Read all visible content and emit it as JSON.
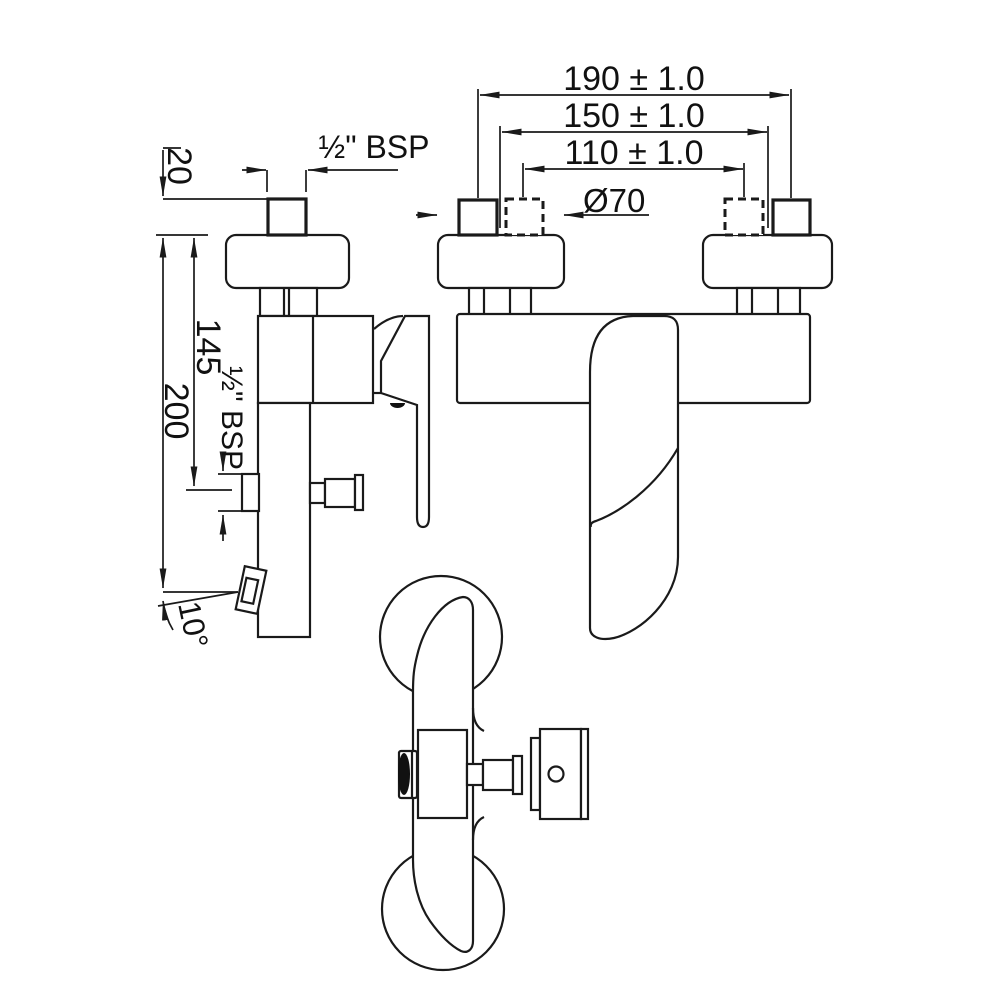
{
  "drawing": {
    "dimensions": {
      "width_190": "190 ± 1.0",
      "width_150": "150 ± 1.0",
      "width_110": "110 ± 1.0",
      "diameter_70": "Ø70",
      "thread_top": "½\" BSP",
      "protrusion_20": "20",
      "height_145": "145",
      "height_200": "200",
      "thread_side": "½\" BSP",
      "angle_10": "10°"
    },
    "colors": {
      "line": "#1a1a1a",
      "background": "#ffffff"
    }
  }
}
